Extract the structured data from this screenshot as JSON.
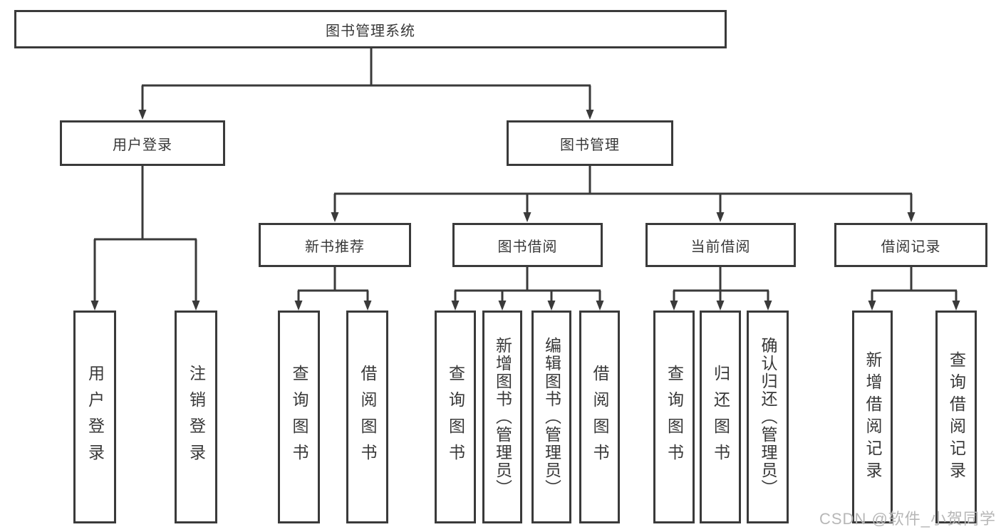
{
  "diagram": {
    "title": "图书管理系统",
    "tree": {
      "label": "图书管理系统",
      "children": [
        {
          "label": "用户登录",
          "children": [
            {
              "label": "用户登录"
            },
            {
              "label": "注销登录"
            }
          ]
        },
        {
          "label": "图书管理",
          "children": [
            {
              "label": "新书推荐",
              "children": [
                {
                  "label": "查询图书"
                },
                {
                  "label": "借阅图书"
                }
              ]
            },
            {
              "label": "图书借阅",
              "children": [
                {
                  "label": "查询图书"
                },
                {
                  "label": "新增图书（管理员）"
                },
                {
                  "label": "编辑图书（管理员）"
                },
                {
                  "label": "借阅图书"
                }
              ]
            },
            {
              "label": "当前借阅",
              "children": [
                {
                  "label": "查询图书"
                },
                {
                  "label": "归还图书"
                },
                {
                  "label": "确认归还（管理员）"
                }
              ]
            },
            {
              "label": "借阅记录",
              "children": [
                {
                  "label": "新增借阅记录"
                },
                {
                  "label": "查询借阅记录"
                }
              ]
            }
          ]
        }
      ]
    },
    "colors": {
      "line": "#3a3a3a",
      "text": "#383838",
      "box_background": "#ffffff",
      "watermark": "#b7b7b7"
    }
  },
  "watermark": {
    "text": "CSDN @软件_小贺同学"
  }
}
